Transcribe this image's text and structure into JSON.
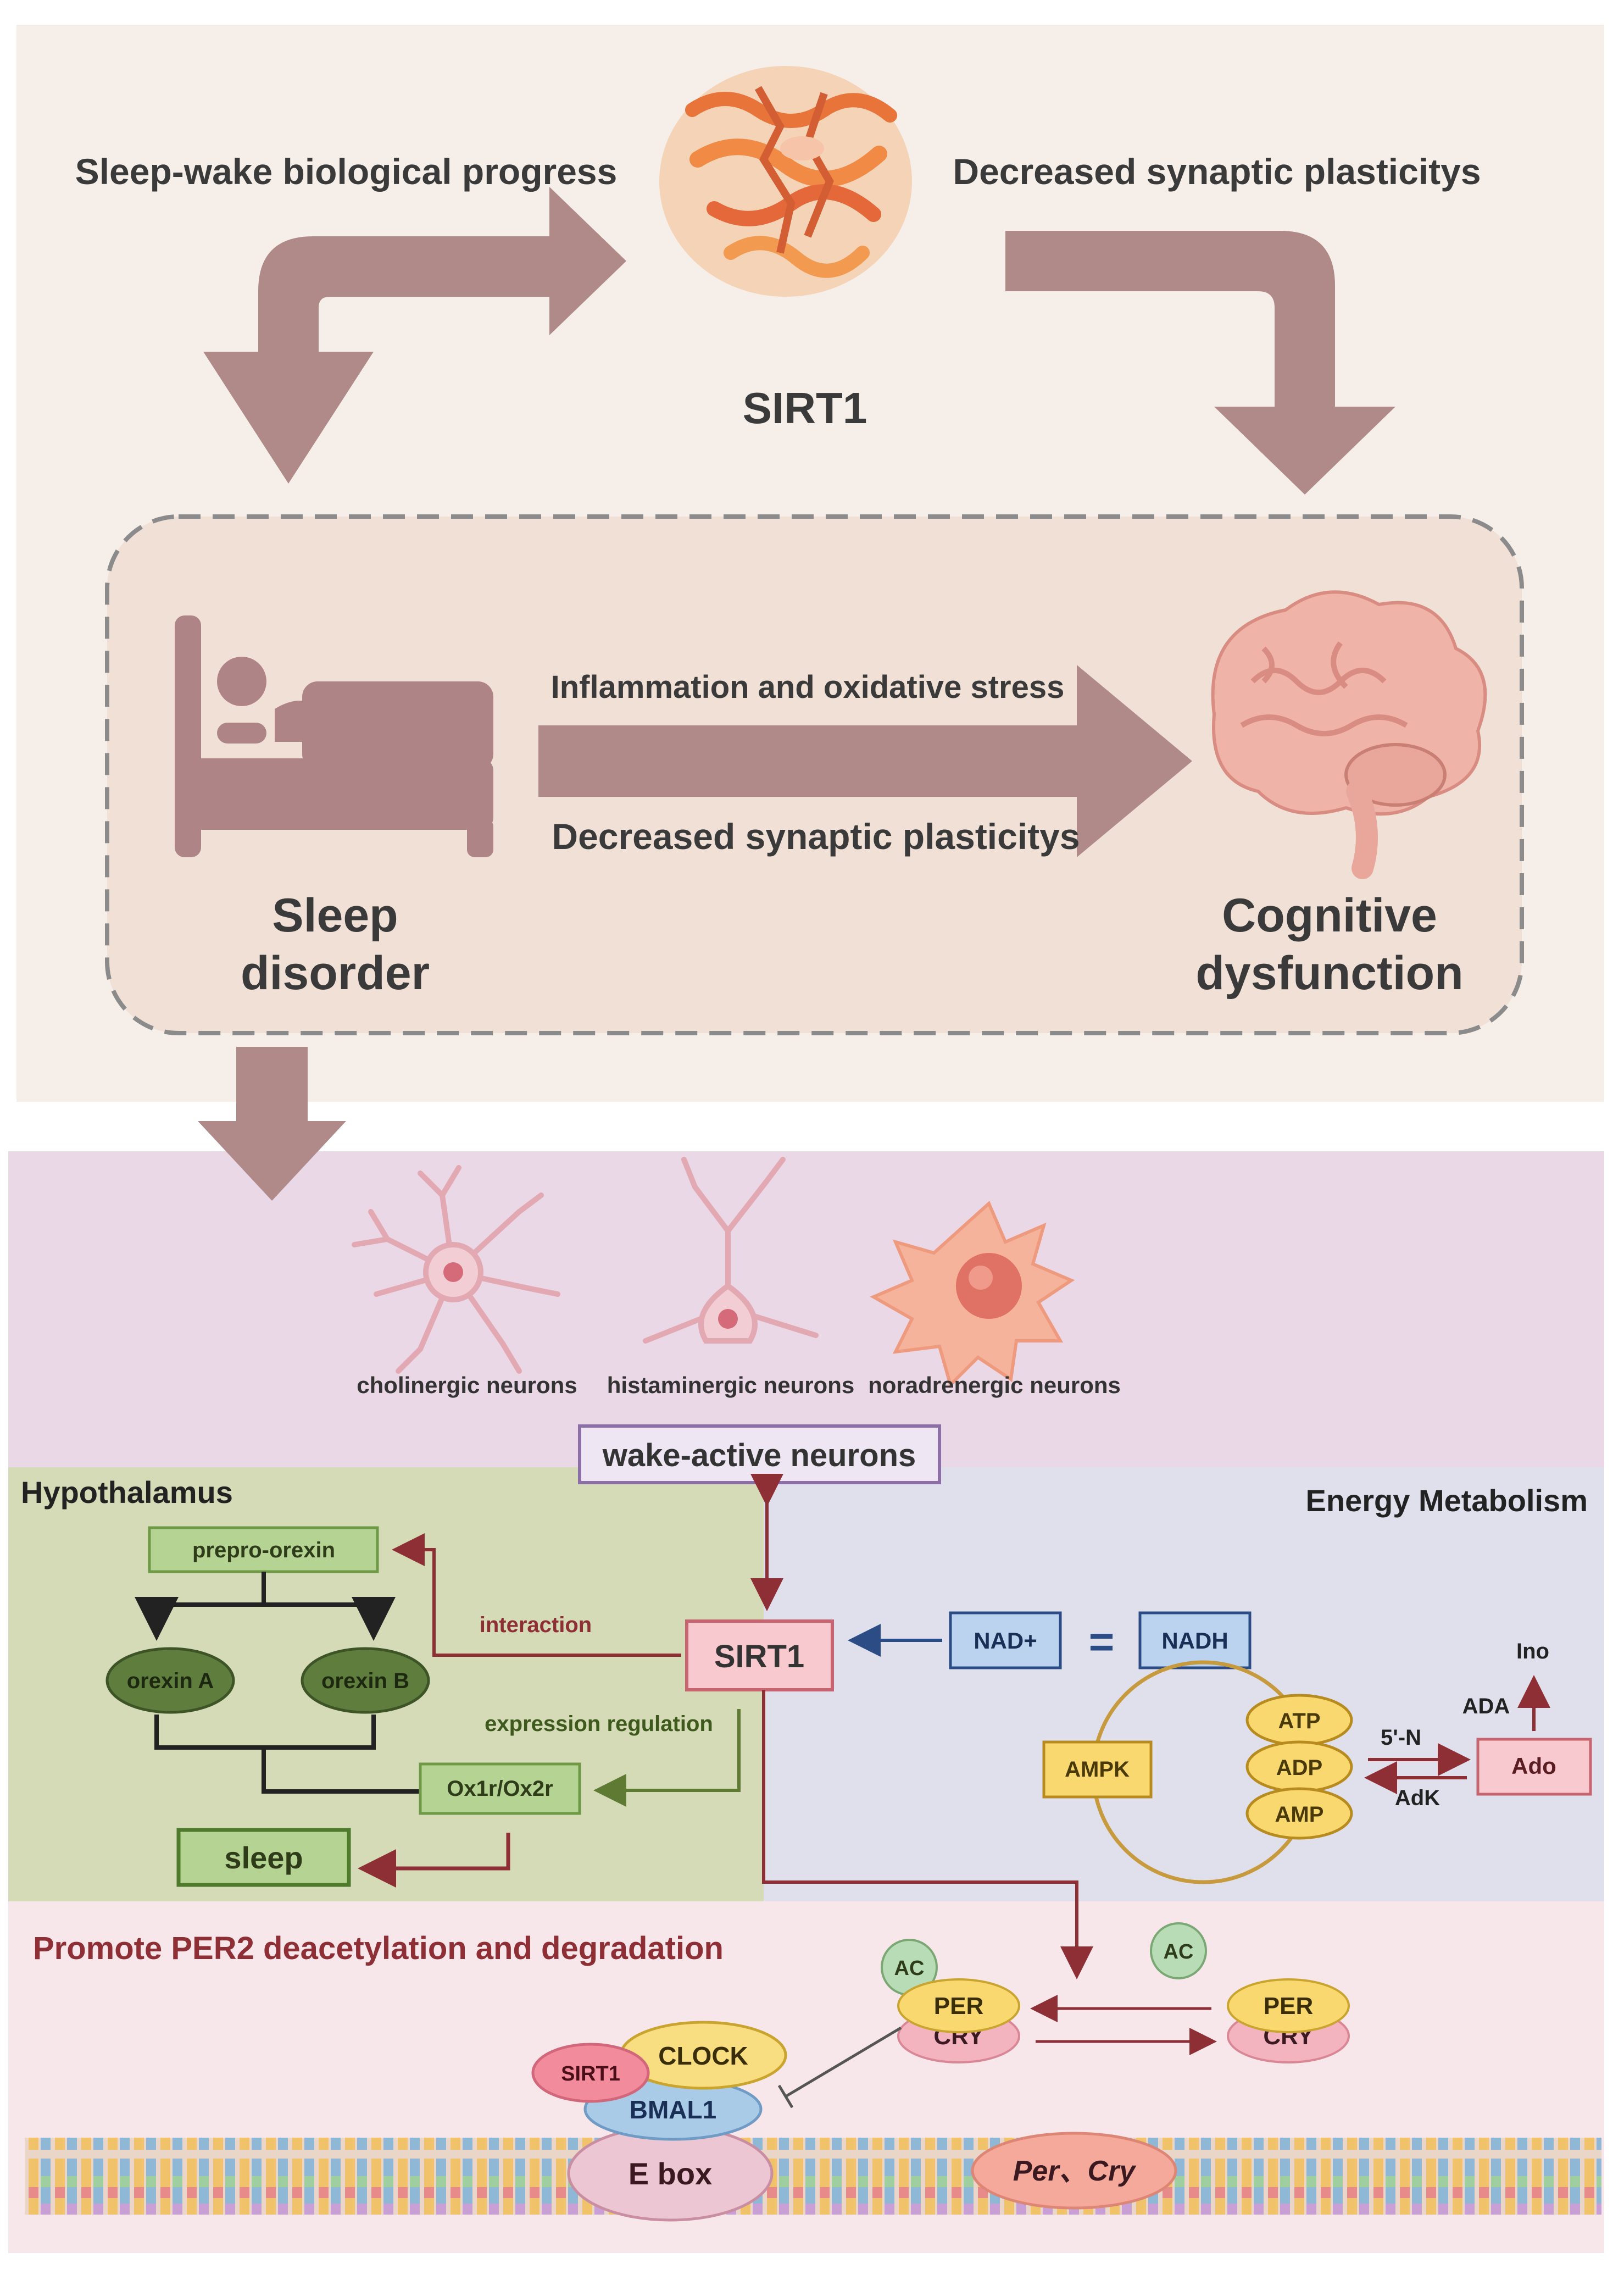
{
  "top_panel": {
    "left_arrow_label": "Sleep-wake biological progress",
    "right_arrow_label": "Decreased synaptic plasticitys",
    "center_protein": "SIRT1",
    "box": {
      "sleep_label_line1": "Sleep",
      "sleep_label_line2": "disorder",
      "arrow_label_top": "Inflammation and oxidative stress",
      "arrow_label_bottom": "Decreased synaptic plasticitys",
      "cognitive_line1": "Cognitive",
      "cognitive_line2": "dysfunction"
    }
  },
  "neurons": {
    "items": [
      {
        "label": "cholinergic neurons"
      },
      {
        "label": "histaminergic neurons"
      },
      {
        "label": "noradrenergic neurons"
      }
    ],
    "group_label": "wake-active neurons"
  },
  "hypothalamus": {
    "title": "Hypothalamus",
    "prepro": "prepro-orexin",
    "orexin_a": "orexin A",
    "orexin_b": "orexin B",
    "receptor": "Ox1r/Ox2r",
    "sleep": "sleep",
    "interaction": "interaction",
    "expression_regulation": "expression regulation"
  },
  "sirt1_center": "SIRT1",
  "energy": {
    "title": "Energy Metabolism",
    "nad_plus": "NAD+",
    "equals": "=",
    "nadh": "NADH",
    "ampk": "AMPK",
    "atp": "ATP",
    "adp": "ADP",
    "amp": "AMP",
    "five_n": "5'-N",
    "adk": "AdK",
    "ado": "Ado",
    "ada": "ADA",
    "ino": "Ino"
  },
  "per2": {
    "title": "Promote PER2 deacetylation and degradation",
    "ac_left": "AC",
    "ac_right": "AC",
    "per_left": "PER",
    "cry_left": "CRY",
    "per_right": "PER",
    "cry_right": "CRY",
    "sirt1": "SIRT1",
    "clock": "CLOCK",
    "bmal1": "BMAL1",
    "ebox": "E box",
    "per_cry": "Per、Cry"
  },
  "colors": {
    "top_bg": "#f6efe9",
    "arrow": "#b08a88",
    "neuron_bg": "#ead8e6",
    "hypo_bg": "#d5dab7",
    "energy_bg": "#dfe0ec",
    "per_bg": "#f7e6ea",
    "accent_red": "#8e2f36",
    "accent_green": "#5e7a33",
    "accent_blue": "#2c4c86"
  }
}
